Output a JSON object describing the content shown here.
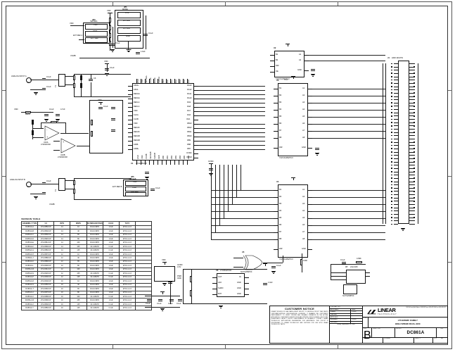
{
  "sheet": {
    "zone_labels_top": [
      "4",
      "3",
      "2",
      "1"
    ],
    "zone_labels_side": [
      "D",
      "C",
      "B",
      "A"
    ]
  },
  "version_table": {
    "title": "VERSION TABLE",
    "headers": [
      "ASSEMBLY TYPE",
      "U1",
      "BITS",
      "MSPS",
      "FILTER/LOW PASS",
      "C1/C2",
      "T1/T2"
    ],
    "rows": [
      [
        "DC861A-A",
        "LTC2285CUP",
        "14",
        "10",
        "1M-10.8kHz",
        "1.0uF",
        "ETC1-1-13"
      ],
      [
        "DC861A-B",
        "LTC2284CUP",
        "14",
        "40",
        "1M-10.8kHz",
        "1.0uF",
        "ETC1-1-13"
      ],
      [
        "DC861A-C",
        "LTC2283CUP",
        "14",
        "65",
        "1M-10.8kHz",
        "1.0uF",
        "ETC1-1-13"
      ],
      [
        "DC861A-D",
        "LTC2282CUP",
        "14",
        "80",
        "1M-10.8kHz",
        "1.0uF",
        "ETC1-1-13"
      ],
      [
        "DC861A-E",
        "LTC2281CUP",
        "14",
        "100",
        "1M-10.8kHz",
        "1.0uF",
        "ETC1-1-13"
      ],
      [
        "DC861A-F",
        "LTC2280CUP",
        "14",
        "105",
        "10.4-48kHz",
        "0.1uF",
        "ETC1-1-13"
      ],
      [
        "DC861A-G",
        "LTC2286CUP",
        "14",
        "125",
        "10.4-48kHz",
        "0.1uF",
        "ETC1-1-13"
      ],
      [
        "DC861A-H",
        "LTC2287CUP",
        "12",
        "10",
        "1M-10.8kHz",
        "1.0uF",
        "ETC1-1-13"
      ],
      [
        "DC861A-J",
        "LTC2288CUP",
        "12",
        "40",
        "1M-10.8kHz",
        "1.0uF",
        "ETC1-1-13"
      ],
      [
        "DC861A-K",
        "LTC2289CUP",
        "12",
        "65",
        "1M-10.8kHz",
        "1.0uF",
        "ETC1-1-13"
      ],
      [
        "DC861A-L",
        "LTC2290CUP",
        "12",
        "80",
        "1M-10.8kHz",
        "1.0uF",
        "ETC1-1-13"
      ],
      [
        "DC861A-M",
        "LTC2291CUP",
        "12",
        "100",
        "1M-10.8kHz",
        "1.0uF",
        "ETC1-1-13"
      ],
      [
        "DC861A-N",
        "LTC2292CUP",
        "12",
        "105",
        "10.4-48kHz",
        "0.1uF",
        "ETC1-1-13"
      ],
      [
        "DC861A-P",
        "LTC2293CUP",
        "12",
        "125",
        "10.4-48kHz",
        "0.1uF",
        "ETC1-1-13"
      ],
      [
        "DC861A-R",
        "LTC2294CUP",
        "10",
        "10",
        "1M-10.8kHz",
        "1.0uF",
        "ETC1-1-13"
      ],
      [
        "DC861A-S",
        "LTC2295CUP",
        "10",
        "40",
        "1M-10.8kHz",
        "1.0uF",
        "ETC1-1-13"
      ],
      [
        "DC861A-T",
        "LTC2296CUP",
        "10",
        "65",
        "1M-10.8kHz",
        "1.0uF",
        "ETC1-1-13"
      ],
      [
        "DC861A-U",
        "LTC2297CUP",
        "10",
        "80",
        "1M-10.8kHz",
        "1.0uF",
        "ETC1-1-13"
      ],
      [
        "DC861A-V",
        "LTC2298CUP",
        "10",
        "100",
        "10.4-48kHz",
        "0.1uF",
        "ETC1-1-13"
      ],
      [
        "DC861A-W",
        "LTC2299CUP",
        "10",
        "105",
        "1M-10.8kHz",
        "1.0uF",
        "ETC1-1-13"
      ],
      [
        "DC861A-X",
        "LTC2284CUP",
        "10",
        "125",
        "10.4-48kHz",
        "0.1uF",
        "ETC1-1-13"
      ],
      [
        "DC861A-Y",
        "LTC2285CUP",
        "10",
        "125",
        "10.4-48kHz",
        "0.1uF",
        "ETC1-1-13"
      ]
    ]
  },
  "title_block": {
    "notice_heading": "CUSTOMER NOTICE",
    "notice_body": "LINEAR TECHNOLOGY HAS MADE A BEST EFFORT TO DESIGN A CIRCUIT THAT MEETS CUSTOMER-SUPPLIED SPECIFICATIONS; HOWEVER, IT REMAINS THE CUSTOMER'S RESPONSIBILITY TO VERIFY PROPER AND RELIABLE OPERATION IN THE ACTUAL APPLICATION. COMPONENT SUBSTITUTION AND PRINTED CIRCUIT BOARD LAYOUT MAY SIGNIFICANTLY AFFECT CIRCUIT PERFORMANCE OR RELIABILITY. CONTACT LINEAR TECHNOLOGY APPLICATIONS ENGINEERING FOR ASSISTANCE. THIS CIRCUIT IS PROPRIETARY TO LINEAR TECHNOLOGY AND SUPPLIED FOR USE WITH LINEAR TECHNOLOGY PARTS.",
    "contract_no_label": "CONTRACT NO.",
    "contract_no_value": "",
    "approvals_label": "APPROVALS",
    "date_label": "DATE",
    "rows": [
      {
        "key": "DRAWN",
        "value": "Mark Thoren",
        "date": "1/11/05"
      },
      {
        "key": "CHECKED",
        "value": "",
        "date": ""
      },
      {
        "key": "APPROVED",
        "value": "",
        "date": ""
      },
      {
        "key": "ENGINEER",
        "value": "Mark Thoren",
        "date": "1/11/05"
      },
      {
        "key": "DESIGNER",
        "value": "",
        "date": ""
      }
    ],
    "printed_label": "Friday, September 09, 2005",
    "company": "LINEAR",
    "company_sub": "TECHNOLOGY",
    "address": "1630 McCarthy Blvd.\nMilpitas, CA 95035\nPhone: (408) 432-1900\nFax: (408) 434-0507",
    "title_label": "TITLE",
    "title_line1": "LTC2280/IF FAMILY",
    "title_line2": "HIGH SPEED DUAL ADC",
    "size_label": "SIZE",
    "size_value": "B",
    "cage_label": "CAGE CODE",
    "cage_value": "",
    "dwg_label": "DWG NO.",
    "dwg_value": "DC861A",
    "rev_label": "REV.",
    "rev_value": "A",
    "scale_label": "SCALE",
    "scale_value": "",
    "filename_label": "FILENAME",
    "filename_value": "",
    "sheet_label": "SHEET",
    "sheet_value": "1",
    "of_label": "OF",
    "of_value": "1"
  },
  "nets": {
    "analog_in_a": "ANALOG INPUT A",
    "analog_in_b": "ANALOG INPUT B",
    "ext_ref": "EXT REF A",
    "vdd": "VDD",
    "ovdd": "OVDD",
    "gnd": "GND",
    "vcm": "VCMA",
    "vcmb": "VCMB",
    "clk": "CLK"
  },
  "jumpers": [
    {
      "ref": "JP1",
      "name": "MODE",
      "options": [
        "3.3V",
        "2/3 VDD",
        "1/3 VDD",
        "GND"
      ]
    },
    {
      "ref": "JP2",
      "name": "SHDNA",
      "options": [
        "VDD",
        "VCMA",
        "EXT REF A"
      ]
    },
    {
      "ref": "JP3",
      "name": "SENSEA",
      "options": [
        "VDD",
        "VCM",
        "EXT REF"
      ]
    },
    {
      "ref": "JP4",
      "name": "SHDNB",
      "options": [
        "VDD",
        "VCMB",
        "EXT REF B"
      ]
    },
    {
      "ref": "JP5",
      "name": "SENSEB",
      "options": [
        "VDD",
        "VCM",
        "EXT REF"
      ]
    }
  ],
  "ics": [
    {
      "ref": "U1",
      "part": "LTC2285CUP",
      "desc": "DUAL ADC"
    },
    {
      "ref": "U2",
      "part": "74VCX245MTCX",
      "desc": "OCTAL BUS XCVR"
    },
    {
      "ref": "U3",
      "part": "74VCX245MTCX",
      "desc": "OCTAL BUS XCVR"
    },
    {
      "ref": "U4",
      "part": "74VCX245MTCX",
      "desc": "OCTAL BUS XCVR"
    },
    {
      "ref": "U5",
      "part": "NC7SV86P5X",
      "desc": "XOR GATE"
    },
    {
      "ref": "U6",
      "part": "LTC6912CGN",
      "desc": "PGA"
    },
    {
      "ref": "U7",
      "part": "24LC025",
      "desc": "EEPROM"
    },
    {
      "ref": "U8",
      "part": "LT1763CS8",
      "desc": "LDO REG"
    },
    {
      "ref": "U9",
      "part": "NC7SV08P5X",
      "desc": "AND GATE"
    },
    {
      "ref": "U10",
      "part": "LT1819CS8",
      "desc": "DUAL OPAMP"
    }
  ],
  "connector": {
    "ref": "J1",
    "name": "HDR 100-PIN",
    "pin_count": 100
  },
  "input_connectors": [
    {
      "ref": "J2",
      "name": "ANALOG INPUT A",
      "type": "SMA"
    },
    {
      "ref": "J3",
      "name": "ANALOG INPUT B",
      "type": "SMA"
    },
    {
      "ref": "J4",
      "name": "CLOCK INPUT",
      "type": "SMA"
    }
  ]
}
